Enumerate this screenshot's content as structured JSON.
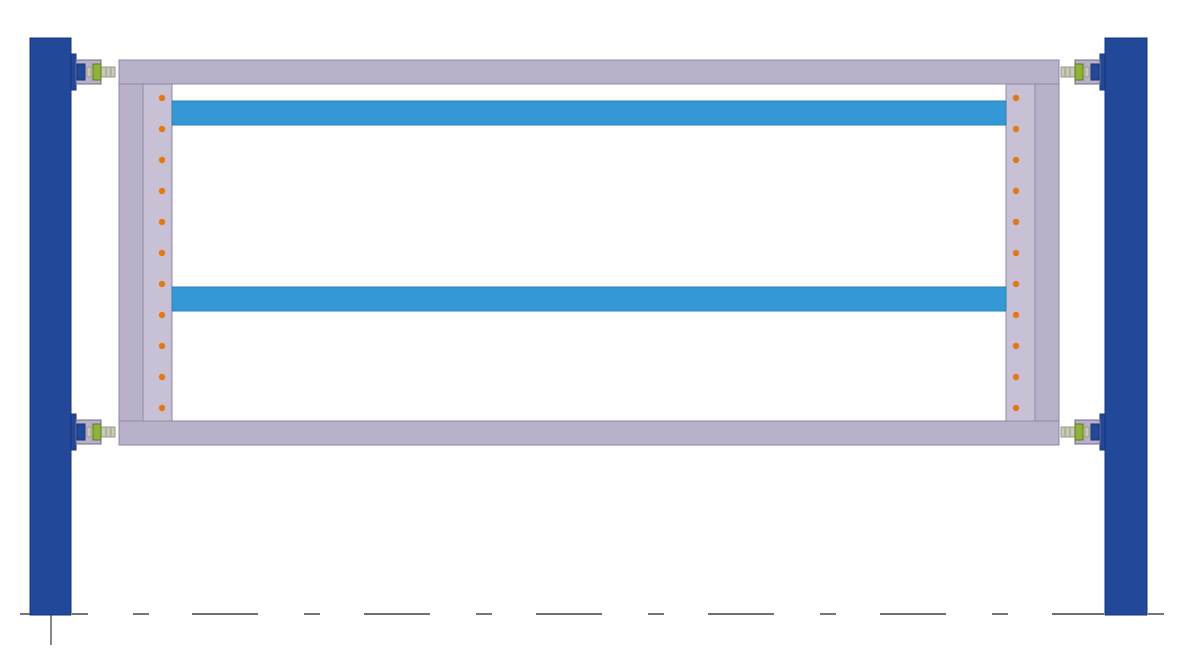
{
  "diagram": {
    "subject": "gate-frame-elevation",
    "posts": [
      {
        "side": "left"
      },
      {
        "side": "right"
      }
    ],
    "hinges": [
      {
        "position": "left-top"
      },
      {
        "position": "left-bottom"
      },
      {
        "position": "right-top"
      },
      {
        "position": "right-bottom"
      }
    ],
    "rails": [
      {
        "position": "upper"
      },
      {
        "position": "lower"
      }
    ],
    "bolt_count_per_stile": 11,
    "colors": {
      "post": "#22489a",
      "post_edge": "#16357a",
      "frame": "#b9b1c9",
      "frame_edge": "#8f88a6",
      "frame_inner": "#c8c1d6",
      "rail": "#3598d6",
      "rail_edge": "#2a7fb8",
      "bolt": "#e07a18",
      "hinge_body": "#b9b1c9",
      "hinge_plate": "#22489a",
      "hinge_bolt": "#9a9a8a",
      "ground_line": "#1a1a1a"
    }
  }
}
